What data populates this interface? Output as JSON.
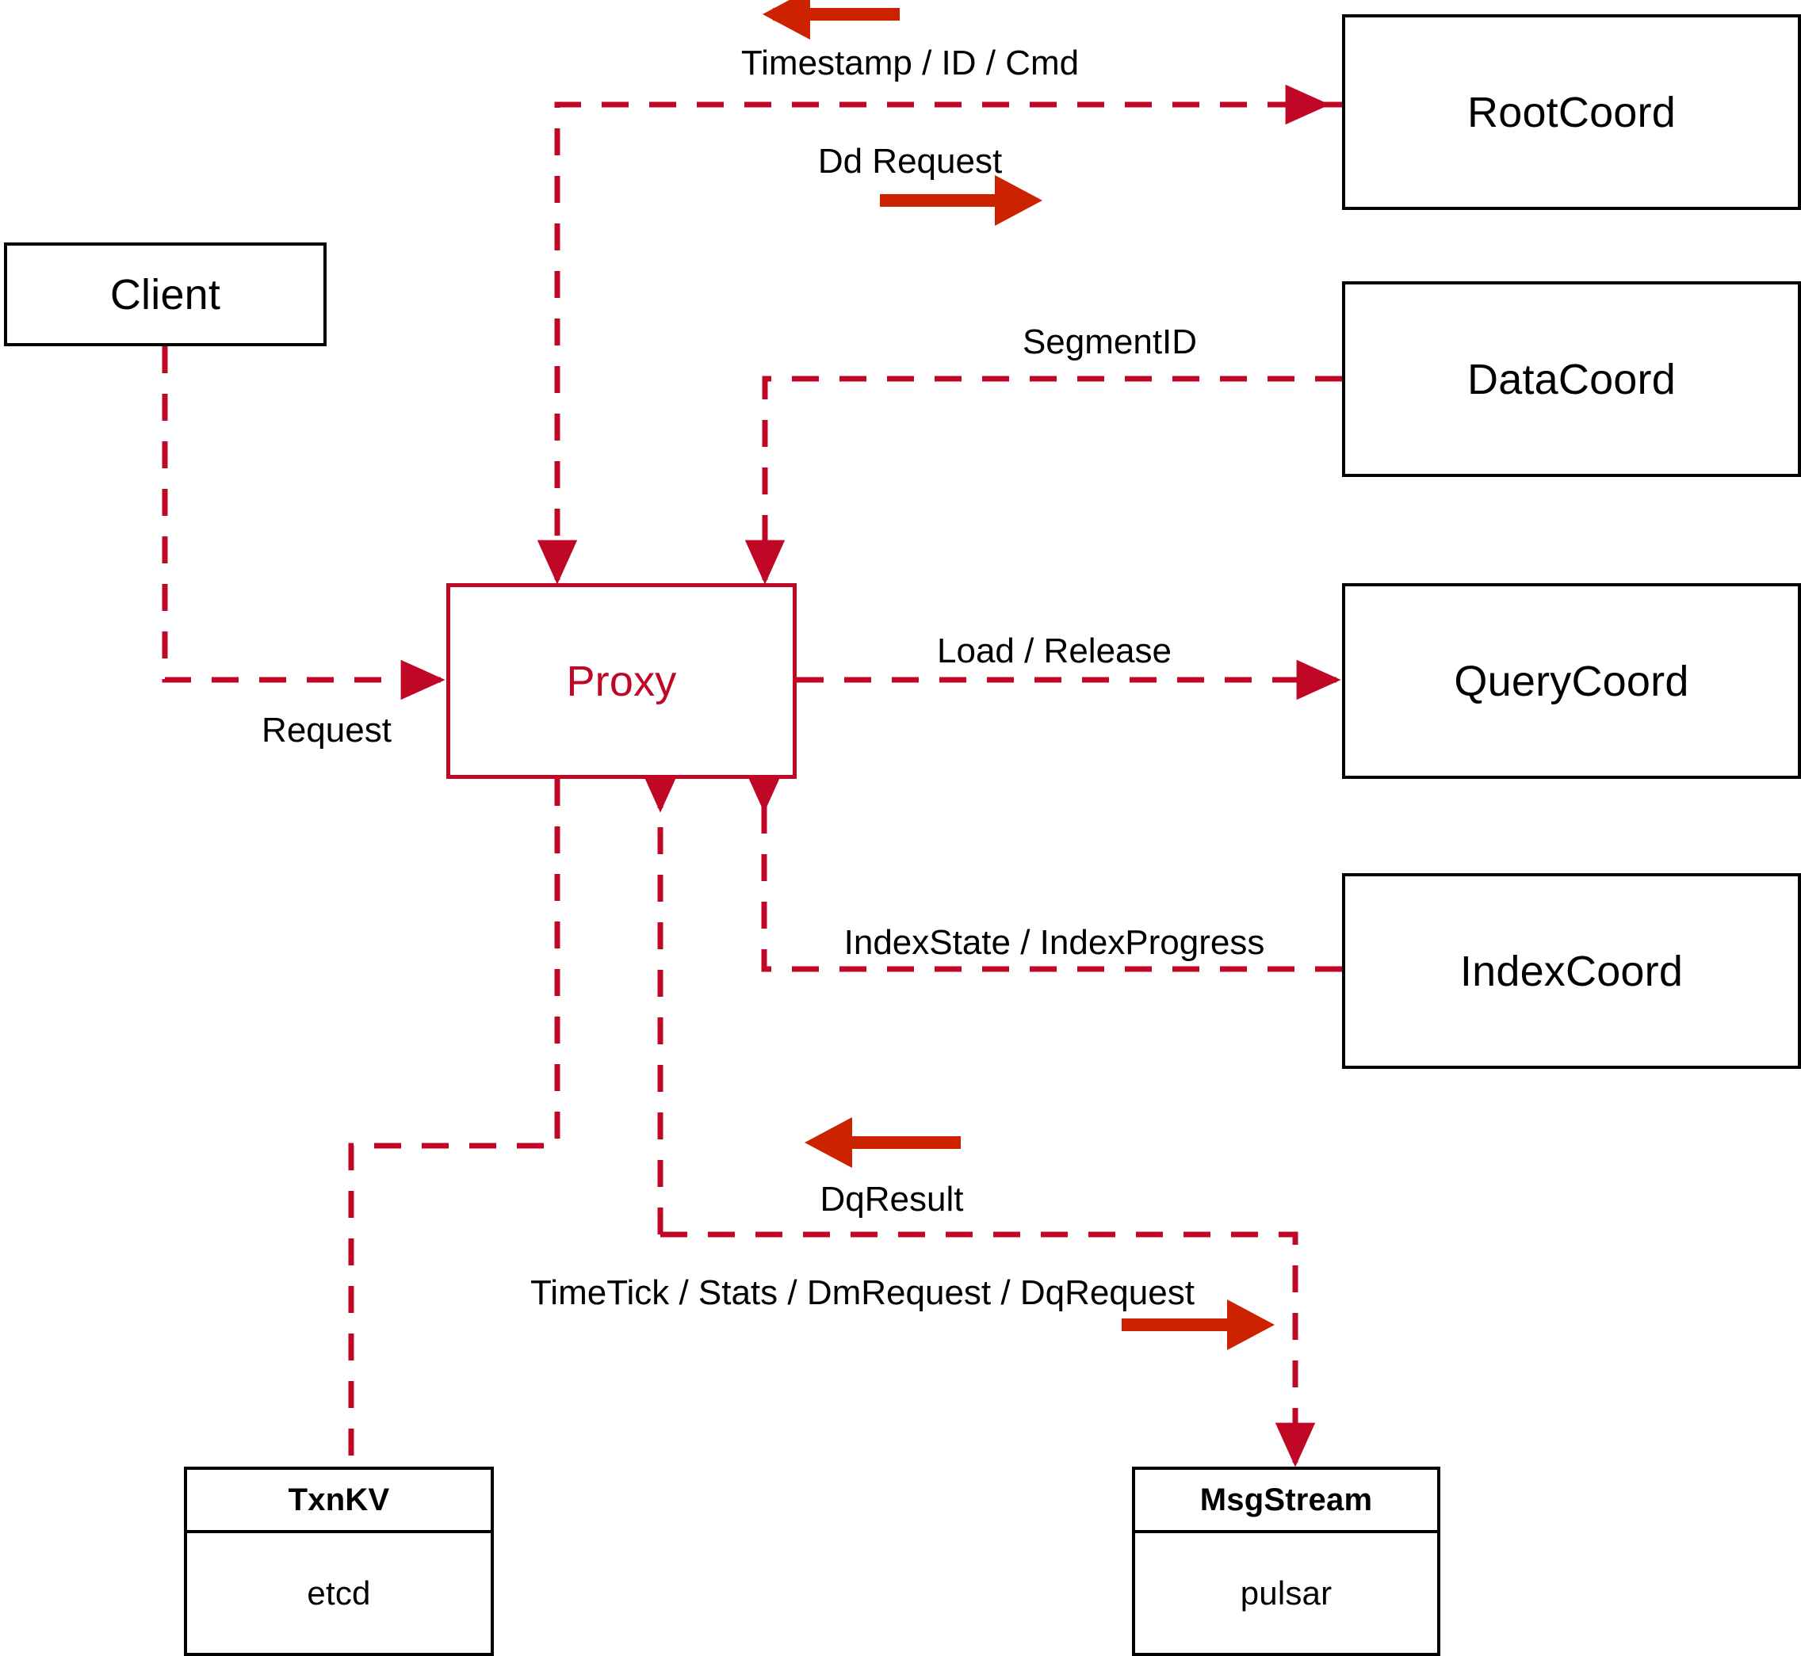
{
  "diagram": {
    "title": "Proxy architecture data flow",
    "colors": {
      "accent": "#C00726",
      "emphasis_arrow": "#CC2200",
      "node_border": "#000000",
      "background": "#FFFFFF"
    }
  },
  "nodes": {
    "client": {
      "label": "Client"
    },
    "proxy": {
      "label": "Proxy"
    },
    "root_coord": {
      "label": "RootCoord"
    },
    "data_coord": {
      "label": "DataCoord"
    },
    "query_coord": {
      "label": "QueryCoord"
    },
    "index_coord": {
      "label": "IndexCoord"
    },
    "txnkv": {
      "head": "TxnKV",
      "body": "etcd"
    },
    "msgstream": {
      "head": "MsgStream",
      "body": "pulsar"
    }
  },
  "edge_labels": {
    "timestamp_id_cmd": "Timestamp / ID / Cmd",
    "dd_request": "Dd Request",
    "segment_id": "SegmentID",
    "request": "Request",
    "load_release": "Load / Release",
    "index_state_progress": "IndexState / IndexProgress",
    "dq_result": "DqResult",
    "timetick_stats_dm_dq": "TimeTick / Stats / DmRequest / DqRequest"
  },
  "edges": [
    {
      "name": "root-coord-to-proxy",
      "label": "Timestamp / ID / Cmd",
      "from": "RootCoord",
      "to": "Proxy",
      "direction": "left"
    },
    {
      "name": "proxy-to-root-coord",
      "label": "Dd Request",
      "from": "Proxy",
      "to": "RootCoord",
      "direction": "right"
    },
    {
      "name": "data-coord-to-proxy",
      "label": "SegmentID",
      "from": "DataCoord",
      "to": "Proxy",
      "direction": "left"
    },
    {
      "name": "client-to-proxy",
      "label": "Request",
      "from": "Client",
      "to": "Proxy",
      "direction": "right"
    },
    {
      "name": "proxy-to-query-coord",
      "label": "Load / Release",
      "from": "Proxy",
      "to": "QueryCoord",
      "direction": "right"
    },
    {
      "name": "index-coord-to-proxy",
      "label": "IndexState / IndexProgress",
      "from": "IndexCoord",
      "to": "Proxy",
      "direction": "left"
    },
    {
      "name": "msgstream-to-proxy",
      "label": "DqResult",
      "from": "MsgStream",
      "to": "Proxy",
      "direction": "left"
    },
    {
      "name": "proxy-to-msgstream",
      "label": "TimeTick / Stats / DmRequest / DqRequest",
      "from": "Proxy",
      "to": "MsgStream",
      "direction": "right"
    },
    {
      "name": "proxy-to-txnkv",
      "label": "",
      "from": "Proxy",
      "to": "TxnKV",
      "direction": "down"
    }
  ]
}
